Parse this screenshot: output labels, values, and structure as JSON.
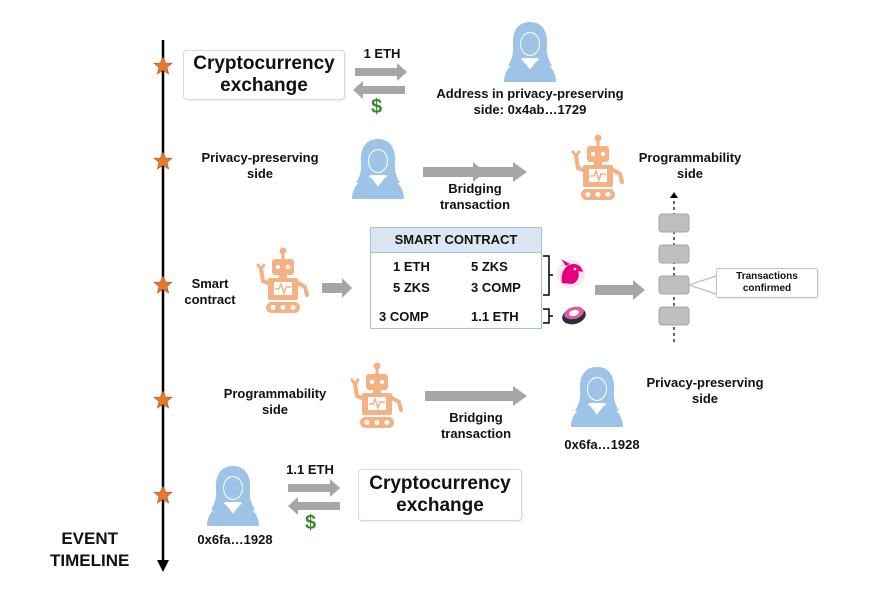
{
  "timeline": {
    "label_line1": "EVENT",
    "label_line2": "TIMELINE"
  },
  "step1": {
    "exchange_line1": "Cryptocurrency",
    "exchange_line2": "exchange",
    "amount": "1 ETH",
    "dollar": "$",
    "address_line1": "Address in privacy-preserving",
    "address_line2": "side: 0x4ab…1729"
  },
  "step2": {
    "left_line1": "Privacy-preserving",
    "left_line2": "side",
    "bridge_line1": "Bridging",
    "bridge_line2": "transaction",
    "right_line1": "Programmability",
    "right_line2": "side"
  },
  "step3": {
    "left_line1": "Smart",
    "left_line2": "contract",
    "panel_title": "SMART CONTRACT",
    "swaps": [
      {
        "from": "1 ETH",
        "to": "5 ZKS"
      },
      {
        "from": "5 ZKS",
        "to": "3 COMP"
      },
      {
        "from": "3 COMP",
        "to": "1.1 ETH"
      }
    ],
    "confirmed_line1": "Transactions",
    "confirmed_line2": "confirmed"
  },
  "step4": {
    "left_line1": "Programmability",
    "left_line2": "side",
    "bridge_line1": "Bridging",
    "bridge_line2": "transaction",
    "right_line1": "Privacy-preserving",
    "right_line2": "side",
    "address": "0x6fa…1928"
  },
  "step5": {
    "amount": "1.1 ETH",
    "dollar": "$",
    "address": "0x6fa…1928",
    "exchange_line1": "Cryptocurrency",
    "exchange_line2": "exchange"
  },
  "colors": {
    "star": "#e8792a",
    "person": "#9dc3e6",
    "robot": "#f4b183",
    "arrow": "#a6a6a6",
    "dollar": "#3a8a2a",
    "panel_border": "#9dc3e6"
  }
}
